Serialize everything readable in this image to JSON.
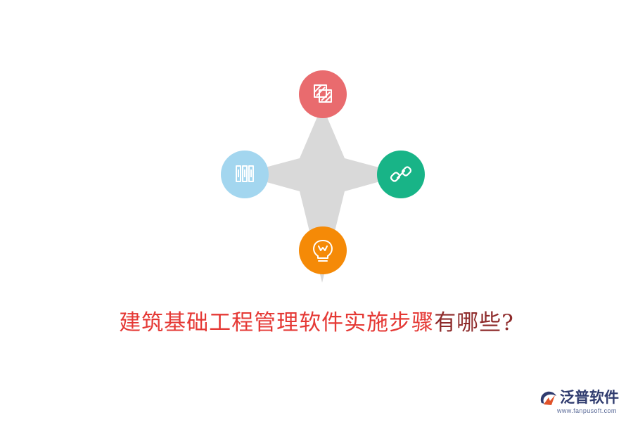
{
  "diagram": {
    "nodes": [
      {
        "id": "top",
        "icon": "overlapping-squares-icon",
        "color": "#e96b6e"
      },
      {
        "id": "left",
        "icon": "books-icon",
        "color": "#a3d6ef"
      },
      {
        "id": "right",
        "icon": "link-icon",
        "color": "#18b487"
      },
      {
        "id": "bottom",
        "icon": "lightbulb-icon",
        "color": "#f58a07"
      }
    ],
    "connector_color": "#d9d9d9"
  },
  "title": {
    "main": "建筑基础工程管理软件实施步骤",
    "tail": "有哪些?"
  },
  "logo": {
    "name": "泛普软件",
    "url": "www.fanpusoft.com",
    "color": "#2f3b6e",
    "accent": "#e0532a"
  }
}
